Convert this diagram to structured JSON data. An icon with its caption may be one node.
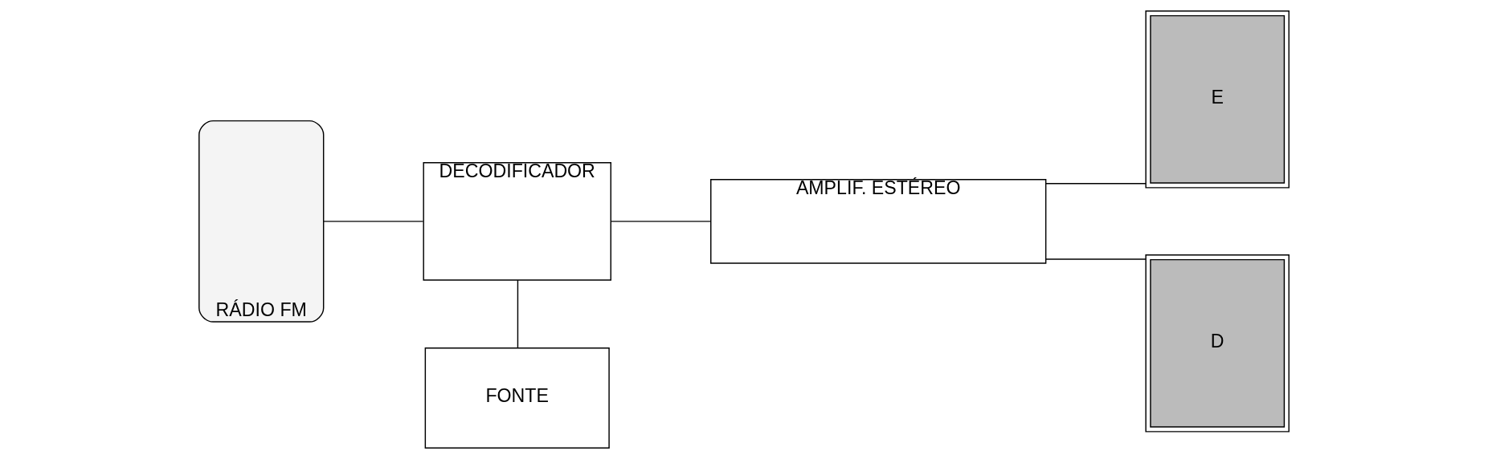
{
  "diagram": {
    "nodes": [
      {
        "text": [
          "RÁDIO FM"
        ]
      },
      {
        "text": [
          "DECODIFICADOR"
        ]
      },
      {
        "text": [
          "FONTE"
        ]
      },
      {
        "text": [
          "AMPLIF. ESTÉREO"
        ]
      },
      {
        "text": [
          "E"
        ]
      },
      {
        "text": [
          "D"
        ]
      }
    ],
    "edges": [
      {
        "from": 0,
        "to": 1,
        "arrow": "none"
      },
      {
        "from": 1,
        "to": 2,
        "arrow": "none"
      },
      {
        "from": 1,
        "to": 3,
        "arrow": "none"
      },
      {
        "from": 3,
        "to": 4,
        "arrow": "none"
      },
      {
        "from": 3,
        "to": 5,
        "arrow": "none"
      }
    ]
  }
}
